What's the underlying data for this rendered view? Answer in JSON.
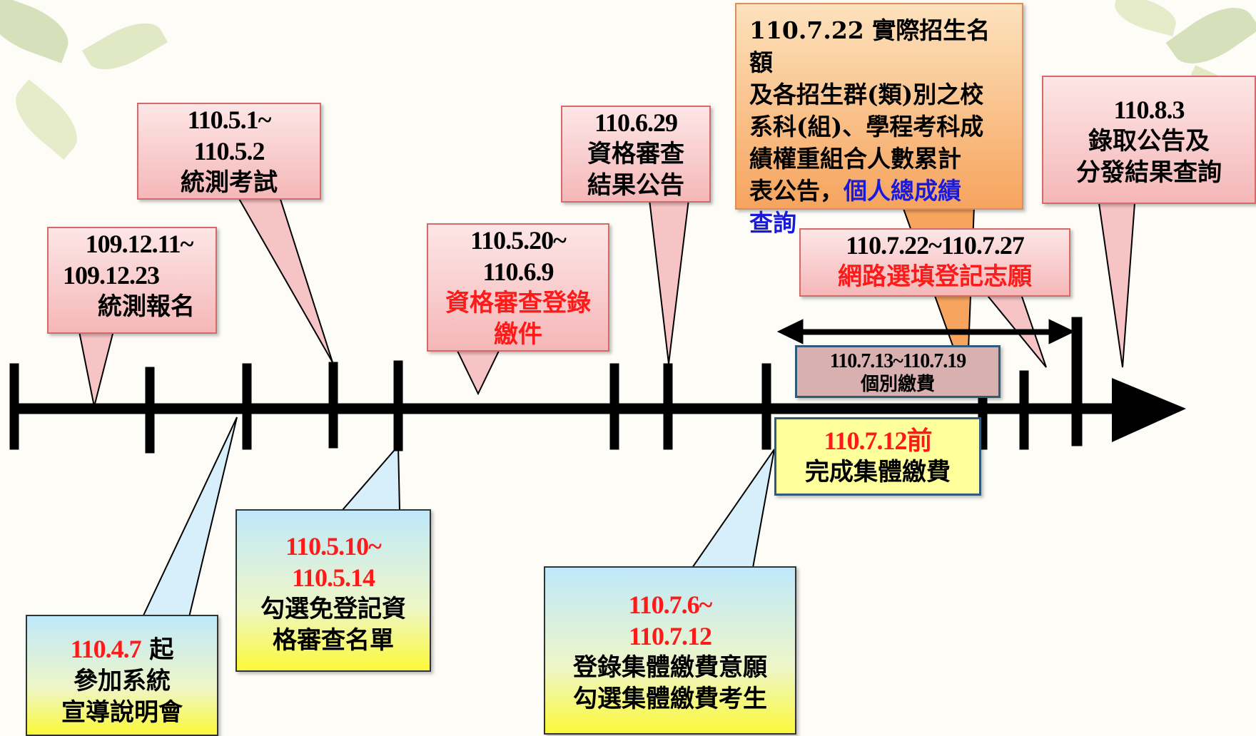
{
  "events_above": [
    {
      "id": "reg",
      "lines": [
        {
          "text": "109.12.11~",
          "style": "date"
        },
        {
          "text": "109.12.23",
          "style": "date"
        },
        {
          "text": "統測報名",
          "style": ""
        }
      ]
    },
    {
      "id": "exam",
      "lines": [
        {
          "text": "110.5.1~",
          "style": "date"
        },
        {
          "text": "110.5.2",
          "style": "date"
        },
        {
          "text": "統測考試",
          "style": ""
        }
      ]
    },
    {
      "id": "qual",
      "lines": [
        {
          "text": "110.5.20~",
          "style": "date"
        },
        {
          "text": "110.6.9",
          "style": "date"
        },
        {
          "text": "資格審查登錄",
          "style": "red"
        },
        {
          "text": "繳件",
          "style": "red"
        }
      ]
    },
    {
      "id": "result",
      "lines": [
        {
          "text": "110.6.29",
          "style": "date"
        },
        {
          "text": "資格審查",
          "style": ""
        },
        {
          "text": "結果公告",
          "style": ""
        }
      ]
    },
    {
      "id": "quota",
      "lines": [
        {
          "text": "110.7.22 實際招生名額",
          "style": ""
        },
        {
          "text": "及各招生群(類)別之校",
          "style": ""
        },
        {
          "text": "系科(組)、學程考科成",
          "style": ""
        },
        {
          "text": "績權重組合人數累計",
          "style": ""
        },
        {
          "text": "表公告，",
          "style": "",
          "extra": "個人總成績"
        },
        {
          "text": "查詢",
          "style": "blue"
        }
      ]
    },
    {
      "id": "choose",
      "lines": [
        {
          "text": "110.7.22~110.7.27",
          "style": "date"
        },
        {
          "text": "網路選填登記志願",
          "style": "red"
        }
      ]
    },
    {
      "id": "announce",
      "lines": [
        {
          "text": "110.8.3",
          "style": "date"
        },
        {
          "text": "錄取公告及",
          "style": ""
        },
        {
          "text": "分發結果查詢",
          "style": ""
        }
      ]
    }
  ],
  "events_below": [
    {
      "id": "briefing",
      "lines": [
        {
          "text": "110.4.7",
          "style": "red date",
          "extra": " 起"
        },
        {
          "text": "參加系統",
          "style": ""
        },
        {
          "text": "宣導說明會",
          "style": ""
        }
      ]
    },
    {
      "id": "exempt",
      "lines": [
        {
          "text": "110.5.10~",
          "style": "red date"
        },
        {
          "text": "110.5.14",
          "style": "red date"
        },
        {
          "text": "勾選免登記資",
          "style": ""
        },
        {
          "text": "格審查名單",
          "style": ""
        }
      ]
    },
    {
      "id": "group",
      "lines": [
        {
          "text": "110.7.6~",
          "style": "red date"
        },
        {
          "text": "110.7.12",
          "style": "red date"
        },
        {
          "text": "登錄集體繳費意願",
          "style": ""
        },
        {
          "text": "勾選集體繳費考生",
          "style": ""
        }
      ]
    }
  ],
  "on_axis": {
    "individual_pay": {
      "date": "110.7.13~110.7.19",
      "label": "個別繳費"
    },
    "group_pay": {
      "date": "110.7.12前",
      "label": "完成集體繳費"
    }
  },
  "colors": {
    "axis": "#000000",
    "red_text": "#ff1a1a",
    "blue_text": "#1a1adb"
  }
}
